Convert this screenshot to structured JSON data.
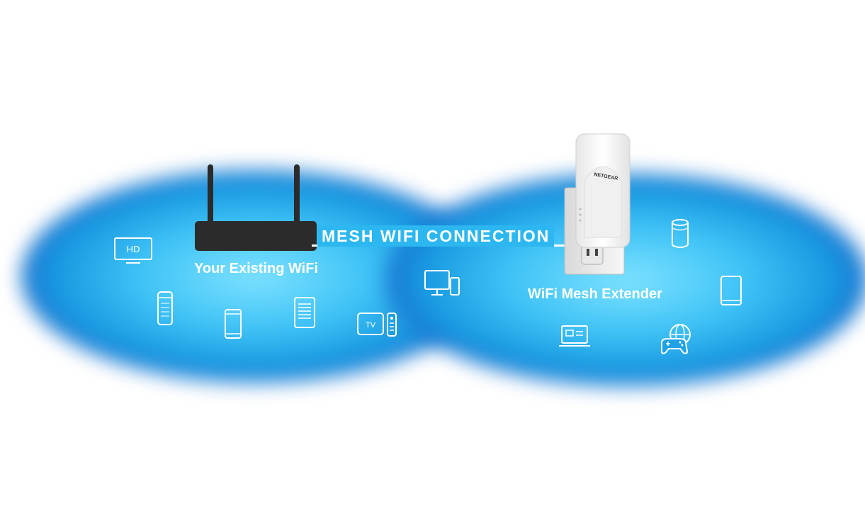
{
  "diagram": {
    "router_label": "Your Existing WiFi",
    "extender_label": "WiFi Mesh Extender",
    "connection_label": "MESH WIFI CONNECTION",
    "extender_brand": "NETGEAR",
    "icons": {
      "tv": {
        "name": "tv-icon",
        "text": "HD"
      },
      "set_top_box": {
        "name": "tv-box-icon",
        "text": "TV"
      }
    }
  }
}
